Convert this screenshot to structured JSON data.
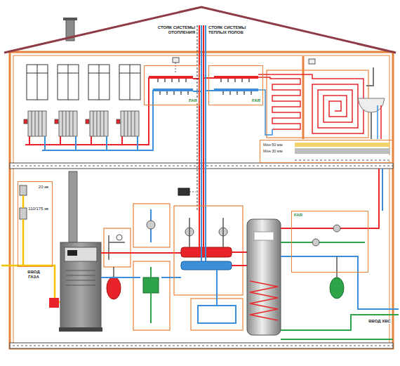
{
  "diagram": {
    "nodes": [
      {
        "text": [
          "20 кв",
          "110/175 кв"
        ]
      },
      {
        "text": [
          "FAR"
        ]
      },
      {
        "text": [
          "FAR"
        ]
      },
      {
        "text": [
          "Мин 50 мм",
          "Мин 30 мм"
        ]
      },
      {
        "text": [
          "FAR"
        ]
      }
    ],
    "labels": [
      "СТОЯК СИСТЕМЫ ОТОПЛЕНИЯ",
      "СТОЯК СИСТЕМЫ ТЕПЛЫХ ПОЛОВ",
      "ВВОД ГАЗА",
      "ВВОД ХВС"
    ]
  }
}
